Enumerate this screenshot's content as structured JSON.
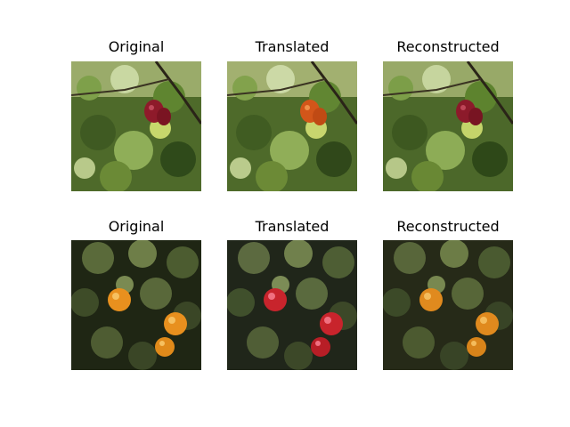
{
  "figure": {
    "rows": [
      {
        "panels": [
          {
            "title": "Original",
            "fruit_color": "#8e1a2a",
            "tint": "apple-red"
          },
          {
            "title": "Translated",
            "fruit_color": "#d2561a",
            "tint": "orange"
          },
          {
            "title": "Reconstructed",
            "fruit_color": "#8e1a2a",
            "tint": "apple-red"
          }
        ]
      },
      {
        "panels": [
          {
            "title": "Original",
            "fruit_color": "#e8901e",
            "tint": "orange"
          },
          {
            "title": "Translated",
            "fruit_color": "#c8242c",
            "tint": "apple-red"
          },
          {
            "title": "Reconstructed",
            "fruit_color": "#e08a1e",
            "tint": "orange"
          }
        ]
      }
    ]
  }
}
